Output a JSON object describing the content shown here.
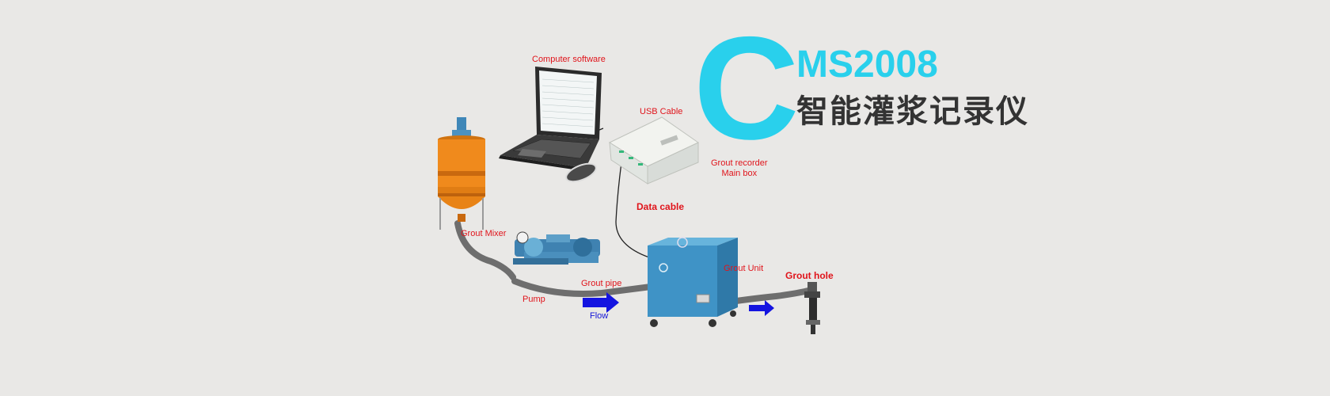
{
  "brand": {
    "letter": "C",
    "model": "MS2008",
    "title_cn": "智能灌浆记录仪",
    "accent_color": "#29d0ec",
    "title_color": "#333333"
  },
  "labels": {
    "computer_software": "Computer software",
    "usb_cable": "USB Cable",
    "grout_recorder_line1": "Grout recorder",
    "grout_recorder_line2": "Main box",
    "data_cable": "Data cable",
    "grout_mixer": "Grout Mixer",
    "pump": "Pump",
    "grout_pipe": "Grout pipe",
    "flow": "Flow",
    "grout_unit": "Grout Unit",
    "grout_hole": "Grout hole"
  },
  "colors": {
    "label_red": "#e0141b",
    "flow_blue": "#1414d8",
    "mixer_orange": "#f08a1c",
    "pump_blue": "#5a9fc8",
    "unit_blue": "#3f93c6"
  }
}
